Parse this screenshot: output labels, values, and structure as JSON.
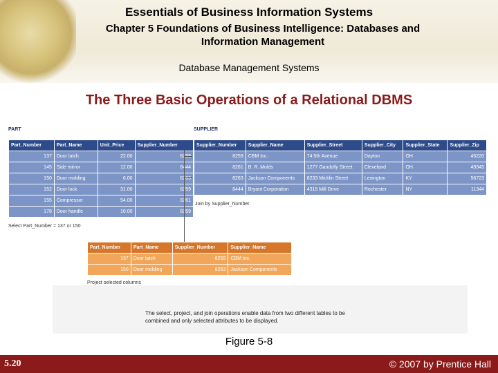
{
  "header": {
    "title": "Essentials of Business Information Systems",
    "chapter": "Chapter 5 Foundations of Business Intelligence: Databases and Information Management",
    "section": "Database Management Systems"
  },
  "slide_title": "The Three Basic Operations of a Relational DBMS",
  "part_table": {
    "label": "PART",
    "columns": [
      "Part_Number",
      "Part_Name",
      "Unit_Price",
      "Supplier_Number"
    ],
    "rows": [
      [
        "137",
        "Door latch",
        "22.00",
        "8259"
      ],
      [
        "145",
        "Side mirror",
        "12.00",
        "8444"
      ],
      [
        "150",
        "Door molding",
        "6.00",
        "8263"
      ],
      [
        "152",
        "Door lock",
        "31.00",
        "8259"
      ],
      [
        "155",
        "Compressor",
        "54.00",
        "8261"
      ],
      [
        "178",
        "Door handle",
        "10.00",
        "8259"
      ]
    ],
    "note": "Select Part_Number = 137 or 150"
  },
  "supplier_table": {
    "label": "SUPPLIER",
    "columns": [
      "Supplier_Number",
      "Supplier_Name",
      "Supplier_Street",
      "Supplier_City",
      "Supplier_State",
      "Supplier_Zip"
    ],
    "rows": [
      [
        "8259",
        "CBM Inc.",
        "74 5th Avenue",
        "Dayton",
        "OH",
        "45220"
      ],
      [
        "8261",
        "B. R. Molds",
        "1277 Gandolly Street",
        "Cleveland",
        "OH",
        "49345"
      ],
      [
        "8263",
        "Jackson Components",
        "8233 Micklin Street",
        "Lexington",
        "KY",
        "56723"
      ],
      [
        "8444",
        "Bryant Corporation",
        "4315 Mill Drive",
        "Rochester",
        "NY",
        "11344"
      ]
    ],
    "note": "Join by Supplier_Number"
  },
  "result_table": {
    "columns": [
      "Part_Number",
      "Part_Name",
      "Supplier_Number",
      "Supplier_Name"
    ],
    "rows": [
      [
        "137",
        "Door latch",
        "8259",
        "CBM Inc."
      ],
      [
        "150",
        "Door molding",
        "8263",
        "Jackson Components"
      ]
    ],
    "note": "Project selected columns"
  },
  "caption": "The select, project, and join operations enable data from two different tables to be combined and only selected attributes to be displayed.",
  "figure_label": "Figure 5-8",
  "footer": {
    "slide_number": "5.20",
    "copyright": "© 2007 by Prentice Hall"
  },
  "colors": {
    "title_red": "#8b1a1a",
    "blue_header": "#2d4a8a",
    "blue_cell": "#7d95c6",
    "orange_header": "#d6762a",
    "orange_cell": "#f2a65a"
  }
}
